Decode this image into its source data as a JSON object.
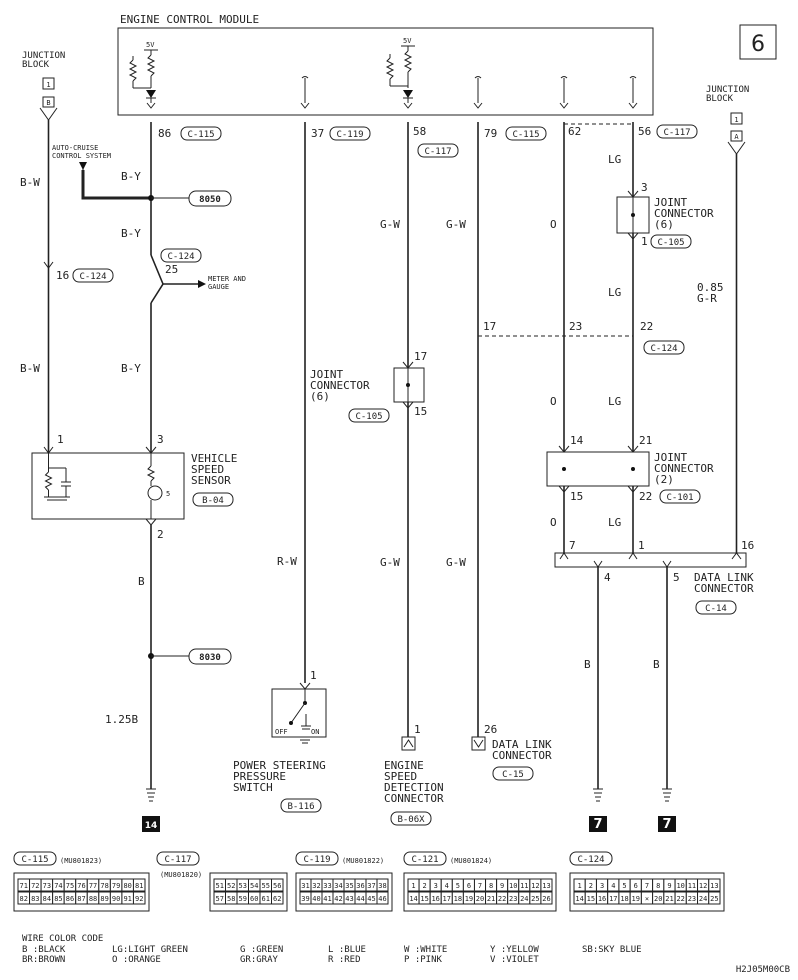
{
  "page_number": "6",
  "ecm": {
    "title": "ENGINE CONTROL MODULE",
    "vref_1": "5V",
    "vref_2": "5V"
  },
  "junction_block_left": {
    "label": "JUNCTION\nBLOCK",
    "connector": "1",
    "pin": "B"
  },
  "junction_block_right": {
    "label": "JUNCTION\nBLOCK",
    "connector": "1",
    "pin": "A"
  },
  "auto_cruise": "AUTO-CRUISE\nCONTROL SYSTEM",
  "meter_gauge": "METER AND\nGAUGE",
  "splices": {
    "s8050": "8050",
    "s8030": "8030"
  },
  "ecm_pins": {
    "p86": "86",
    "c115_a": "C-115",
    "p37": "37",
    "c119": "C-119",
    "p58": "58",
    "c117_a": "C-117",
    "p79": "79",
    "c115_b": "C-115",
    "p62": "62",
    "p56": "56",
    "c117_b": "C-117"
  },
  "wire_labels": {
    "bw1": "B-W",
    "bw2": "B-W",
    "by1": "B-Y",
    "by2": "B-Y",
    "by3": "B-Y",
    "pin16": "16",
    "c124_a": "C-124",
    "c124_b": "C-124",
    "pin25": "25",
    "gw1": "G-W",
    "gw2": "G-W",
    "gw3": "G-W",
    "gw4": "G-W",
    "o1": "O",
    "o2": "O",
    "o3": "O",
    "lg1": "LG",
    "lg2": "LG",
    "lg3": "LG",
    "lg4": "LG",
    "g085": "0.85\nG-R",
    "pin17a": "17",
    "pin23": "23",
    "pin22a": "22",
    "c124_c": "C-124",
    "rw": "R-W",
    "b1": "B",
    "b2": "B",
    "b3": "B",
    "b125": "1.25B"
  },
  "joint_conn_top": {
    "label": "JOINT\nCONNECTOR\n(6)",
    "pin_top": "3",
    "pin_bot": "1",
    "code": "C-105"
  },
  "joint_conn_mid": {
    "label": "JOINT\nCONNECTOR\n(6)",
    "pin_top": "17",
    "pin_bot": "15",
    "code": "C-105"
  },
  "joint_conn_bot": {
    "label": "JOINT\nCONNECTOR\n(2)",
    "pin_14": "14",
    "pin_21": "21",
    "pin_15": "15",
    "pin_22": "22",
    "code": "C-101"
  },
  "vss": {
    "label": "VEHICLE\nSPEED\nSENSOR",
    "code": "B-04",
    "pin1": "1",
    "pin3": "3",
    "pin2": "2"
  },
  "dlc16": {
    "label": "DATA LINK\nCONNECTOR",
    "code": "C-14",
    "pin7": "7",
    "pin1": "1",
    "pin16": "16",
    "pin4": "4",
    "pin5": "5"
  },
  "ps_switch": {
    "label": "POWER STEERING\nPRESSURE\nSWITCH",
    "code": "B-116",
    "pin": "1",
    "off": "OFF",
    "on": "ON"
  },
  "esd": {
    "label": "ENGINE\nSPEED\nDETECTION\nCONNECTOR",
    "code": "B-06X",
    "pin": "1"
  },
  "dlc_b": {
    "label": "DATA LINK\nCONNECTOR",
    "code": "C-15",
    "pin": "26"
  },
  "ground_refs": {
    "g14": "14",
    "g7a": "7",
    "g7b": "7"
  },
  "connector_views": [
    {
      "code": "C-115",
      "part": "(MU801823)",
      "row1": [
        "71",
        "72",
        "73",
        "74",
        "75",
        "76",
        "77",
        "78",
        "79",
        "80",
        "81"
      ],
      "row2": [
        "82",
        "83",
        "84",
        "85",
        "86",
        "87",
        "88",
        "89",
        "90",
        "91",
        "92"
      ]
    },
    {
      "code": "C-117",
      "part": "(MU801820)",
      "row1": [
        "51",
        "52",
        "53",
        "54",
        "55",
        "56"
      ],
      "row2": [
        "57",
        "58",
        "59",
        "60",
        "61",
        "62"
      ]
    },
    {
      "code": "C-119",
      "part": "(MU801822)",
      "row1": [
        "31",
        "32",
        "33",
        "34",
        "35",
        "36",
        "37",
        "38"
      ],
      "row2": [
        "39",
        "40",
        "41",
        "42",
        "43",
        "44",
        "45",
        "46"
      ]
    },
    {
      "code": "C-121",
      "part": "(MU801824)",
      "row1": [
        "1",
        "2",
        "3",
        "4",
        "5",
        "6",
        "7",
        "8",
        "9",
        "10",
        "11",
        "12",
        "13"
      ],
      "row2": [
        "14",
        "15",
        "16",
        "17",
        "18",
        "19",
        "20",
        "21",
        "22",
        "23",
        "24",
        "25",
        "26"
      ]
    },
    {
      "code": "C-124",
      "part": "",
      "row1": [
        "1",
        "2",
        "3",
        "4",
        "5",
        "6",
        "7",
        "8",
        "9",
        "10",
        "11",
        "12",
        "13"
      ],
      "row2": [
        "14",
        "15",
        "16",
        "17",
        "18",
        "19",
        "×",
        "20",
        "21",
        "22",
        "23",
        "24",
        "25"
      ]
    }
  ],
  "wire_color_code": {
    "title": "WIRE COLOR CODE",
    "row1": [
      "B :BLACK",
      "LG:LIGHT GREEN",
      "G :GREEN",
      "L :BLUE",
      "W :WHITE",
      "Y :YELLOW",
      "SB:SKY BLUE"
    ],
    "row2": [
      "BR:BROWN",
      "O :ORANGE",
      "GR:GRAY",
      "R :RED",
      "P :PINK",
      "V :VIOLET"
    ]
  },
  "figure_code": "H2J05M00CB"
}
